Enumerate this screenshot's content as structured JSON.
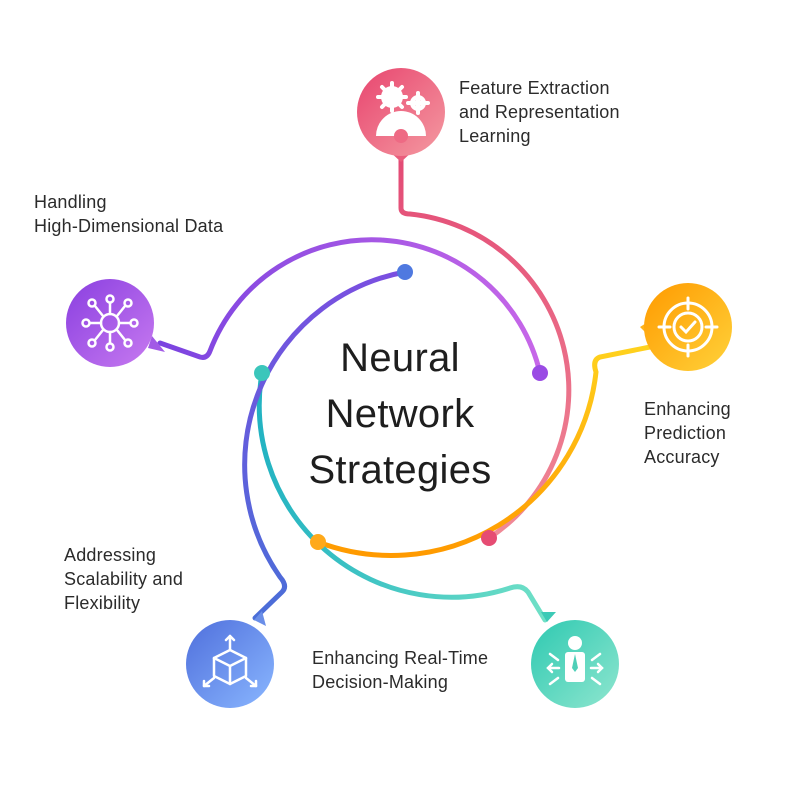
{
  "title": {
    "line1": "Neural",
    "line2": "Network",
    "line3": "Strategies"
  },
  "nodes": [
    {
      "id": "feature-extraction",
      "icon": "gears-icon",
      "lines": [
        "Feature Extraction",
        "and Representation",
        "Learning"
      ],
      "color_from": "#e8456f",
      "color_to": "#f49aa1"
    },
    {
      "id": "prediction-accuracy",
      "icon": "target-check-icon",
      "lines": [
        "Enhancing",
        "Prediction",
        "Accuracy"
      ],
      "color_from": "#ff9a00",
      "color_to": "#ffd23a"
    },
    {
      "id": "real-time-decision",
      "icon": "person-arrows-icon",
      "lines": [
        "Enhancing Real-Time",
        "Decision-Making"
      ],
      "color_from": "#2ec9b1",
      "color_to": "#7fe2c8"
    },
    {
      "id": "scalability",
      "icon": "cube-arrows-icon",
      "lines": [
        "Addressing",
        "Scalability and",
        "Flexibility"
      ],
      "color_from": "#4f6fdc",
      "color_to": "#8ab7ff"
    },
    {
      "id": "high-dimensional",
      "icon": "network-icon",
      "lines": [
        "Handling",
        "High-Dimensional Data"
      ],
      "color_from": "#8a3fe0",
      "color_to": "#c77af0"
    }
  ]
}
